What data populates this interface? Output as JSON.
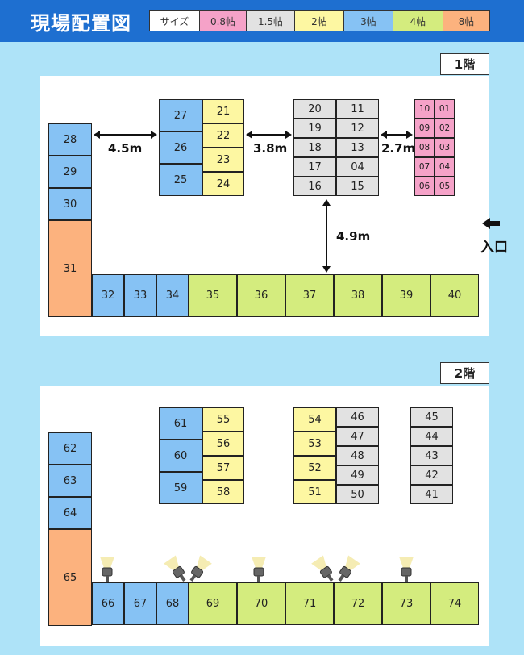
{
  "title": "現場配置図",
  "legend": [
    {
      "label": "サイズ",
      "color": "#ffffff"
    },
    {
      "label": "0.8帖",
      "color": "#f5a2c8"
    },
    {
      "label": "1.5帖",
      "color": "#e2e2e2"
    },
    {
      "label": "2帖",
      "color": "#fdf7a2"
    },
    {
      "label": "3帖",
      "color": "#86c2f4"
    },
    {
      "label": "4帖",
      "color": "#d4ec7e"
    },
    {
      "label": "8帖",
      "color": "#fcb27e"
    }
  ],
  "floors": [
    {
      "label": "1階"
    },
    {
      "label": "2階"
    }
  ],
  "entrance": "入口",
  "dimensions": {
    "d1": "4.5m",
    "d2": "3.8m",
    "d3": "2.7m",
    "d4": "4.9m"
  },
  "units": [
    {
      "num": "27",
      "size": "3帖"
    },
    {
      "num": "26",
      "size": "3帖"
    },
    {
      "num": "25",
      "size": "3帖"
    },
    {
      "num": "21",
      "size": "2帖"
    },
    {
      "num": "22",
      "size": "2帖"
    },
    {
      "num": "23",
      "size": "2帖"
    },
    {
      "num": "24",
      "size": "2帖"
    },
    {
      "num": "20",
      "size": "1.5帖"
    },
    {
      "num": "19",
      "size": "1.5帖"
    },
    {
      "num": "18",
      "size": "1.5帖"
    },
    {
      "num": "17",
      "size": "1.5帖"
    },
    {
      "num": "16",
      "size": "1.5帖"
    },
    {
      "num": "11",
      "size": "1.5帖"
    },
    {
      "num": "12",
      "size": "1.5帖"
    },
    {
      "num": "13",
      "size": "1.5帖"
    },
    {
      "num": "04",
      "size": "1.5帖"
    },
    {
      "num": "15",
      "size": "1.5帖"
    },
    {
      "num": "10",
      "size": "0.8帖"
    },
    {
      "num": "09",
      "size": "0.8帖"
    },
    {
      "num": "08",
      "size": "0.8帖"
    },
    {
      "num": "07",
      "size": "0.8帖"
    },
    {
      "num": "06",
      "size": "0.8帖"
    },
    {
      "num": "01",
      "size": "0.8帖"
    },
    {
      "num": "02",
      "size": "0.8帖"
    },
    {
      "num": "03",
      "size": "0.8帖"
    },
    {
      "num": "04",
      "size": "0.8帖"
    },
    {
      "num": "05",
      "size": "0.8帖"
    },
    {
      "num": "28",
      "size": "3帖"
    },
    {
      "num": "29",
      "size": "3帖"
    },
    {
      "num": "30",
      "size": "3帖"
    },
    {
      "num": "31",
      "size": "8帖"
    },
    {
      "num": "32",
      "size": "3帖"
    },
    {
      "num": "33",
      "size": "3帖"
    },
    {
      "num": "34",
      "size": "3帖"
    },
    {
      "num": "35",
      "size": "4帖"
    },
    {
      "num": "36",
      "size": "4帖"
    },
    {
      "num": "37",
      "size": "4帖"
    },
    {
      "num": "38",
      "size": "4帖"
    },
    {
      "num": "39",
      "size": "4帖"
    },
    {
      "num": "40",
      "size": "4帖"
    },
    {
      "num": "61",
      "size": "3帖"
    },
    {
      "num": "60",
      "size": "3帖"
    },
    {
      "num": "59",
      "size": "3帖"
    },
    {
      "num": "55",
      "size": "2帖"
    },
    {
      "num": "56",
      "size": "2帖"
    },
    {
      "num": "57",
      "size": "2帖"
    },
    {
      "num": "58",
      "size": "2帖"
    },
    {
      "num": "54",
      "size": "2帖"
    },
    {
      "num": "53",
      "size": "2帖"
    },
    {
      "num": "52",
      "size": "2帖"
    },
    {
      "num": "51",
      "size": "2帖"
    },
    {
      "num": "46",
      "size": "1.5帖"
    },
    {
      "num": "47",
      "size": "1.5帖"
    },
    {
      "num": "48",
      "size": "1.5帖"
    },
    {
      "num": "49",
      "size": "1.5帖"
    },
    {
      "num": "50",
      "size": "1.5帖"
    },
    {
      "num": "45",
      "size": "1.5帖"
    },
    {
      "num": "44",
      "size": "1.5帖"
    },
    {
      "num": "43",
      "size": "1.5帖"
    },
    {
      "num": "42",
      "size": "1.5帖"
    },
    {
      "num": "41",
      "size": "1.5帖"
    },
    {
      "num": "62",
      "size": "3帖"
    },
    {
      "num": "63",
      "size": "3帖"
    },
    {
      "num": "64",
      "size": "3帖"
    },
    {
      "num": "65",
      "size": "8帖"
    },
    {
      "num": "66",
      "size": "3帖"
    },
    {
      "num": "67",
      "size": "3帖"
    },
    {
      "num": "68",
      "size": "3帖"
    },
    {
      "num": "69",
      "size": "4帖"
    },
    {
      "num": "70",
      "size": "4帖"
    },
    {
      "num": "71",
      "size": "4帖"
    },
    {
      "num": "72",
      "size": "4帖"
    },
    {
      "num": "73",
      "size": "4帖"
    },
    {
      "num": "74",
      "size": "4帖"
    }
  ]
}
